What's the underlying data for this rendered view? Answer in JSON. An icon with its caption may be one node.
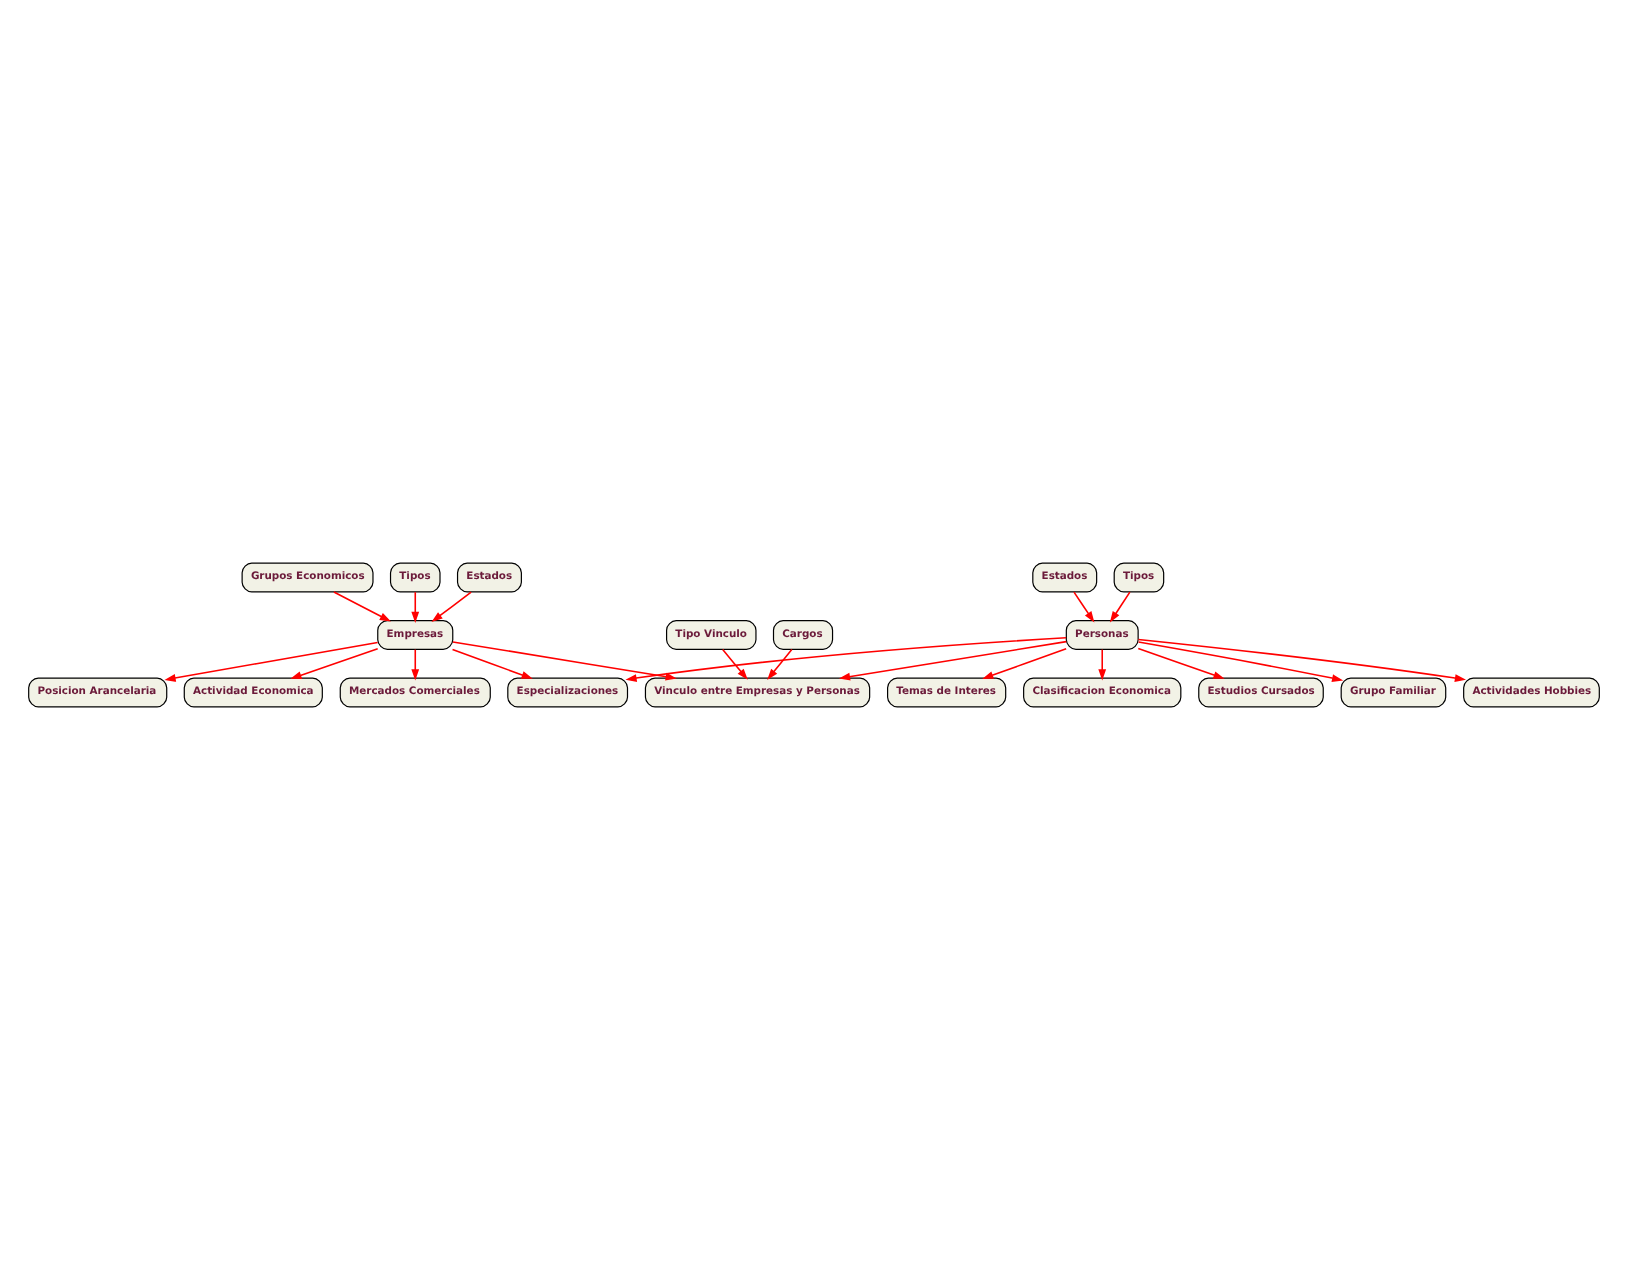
{
  "diagram": {
    "nodes": [
      {
        "text": [
          "Grupos Economicos"
        ]
      },
      {
        "text": [
          "Tipos"
        ]
      },
      {
        "text": [
          "Empresas"
        ]
      },
      {
        "text": [
          "Estados"
        ]
      },
      {
        "text": [
          "Posicion Arancelaria"
        ]
      },
      {
        "text": [
          "Actividad Economica"
        ]
      },
      {
        "text": [
          "Mercados Comerciales"
        ]
      },
      {
        "text": [
          "Especializaciones"
        ]
      },
      {
        "text": [
          "Tipo Vinculo"
        ]
      },
      {
        "text": [
          "Vinculo entre Empresas y Personas"
        ]
      },
      {
        "text": [
          "Cargos"
        ]
      },
      {
        "text": [
          "Tipos"
        ]
      },
      {
        "text": [
          "Personas"
        ]
      },
      {
        "text": [
          "Estados"
        ]
      },
      {
        "text": [
          "Temas de Interes"
        ]
      },
      {
        "text": [
          "Clasificacion Economica"
        ]
      },
      {
        "text": [
          "Estudios Cursados"
        ]
      },
      {
        "text": [
          "Grupo Familiar"
        ]
      },
      {
        "text": [
          "Actividades Hobbies"
        ]
      }
    ],
    "edges": [
      {
        "from": 0,
        "to": 2,
        "arrow": "to"
      },
      {
        "from": 1,
        "to": 2,
        "arrow": "to"
      },
      {
        "from": 3,
        "to": 2,
        "arrow": "to"
      },
      {
        "from": 2,
        "to": 4,
        "arrow": "to"
      },
      {
        "from": 2,
        "to": 5,
        "arrow": "to"
      },
      {
        "from": 2,
        "to": 6,
        "arrow": "to"
      },
      {
        "from": 2,
        "to": 7,
        "arrow": "to"
      },
      {
        "from": 2,
        "to": 9,
        "arrow": "to"
      },
      {
        "from": 8,
        "to": 9,
        "arrow": "to"
      },
      {
        "from": 10,
        "to": 9,
        "arrow": "to"
      },
      {
        "from": 12,
        "to": 9,
        "arrow": "to"
      },
      {
        "from": 11,
        "to": 12,
        "arrow": "to"
      },
      {
        "from": 13,
        "to": 12,
        "arrow": "to"
      },
      {
        "from": 12,
        "to": 7,
        "arrow": "to"
      },
      {
        "from": 12,
        "to": 14,
        "arrow": "to"
      },
      {
        "from": 12,
        "to": 15,
        "arrow": "to"
      },
      {
        "from": 12,
        "to": 16,
        "arrow": "to"
      },
      {
        "from": 12,
        "to": 17,
        "arrow": "to"
      },
      {
        "from": 12,
        "to": 18,
        "arrow": "to"
      }
    ]
  }
}
